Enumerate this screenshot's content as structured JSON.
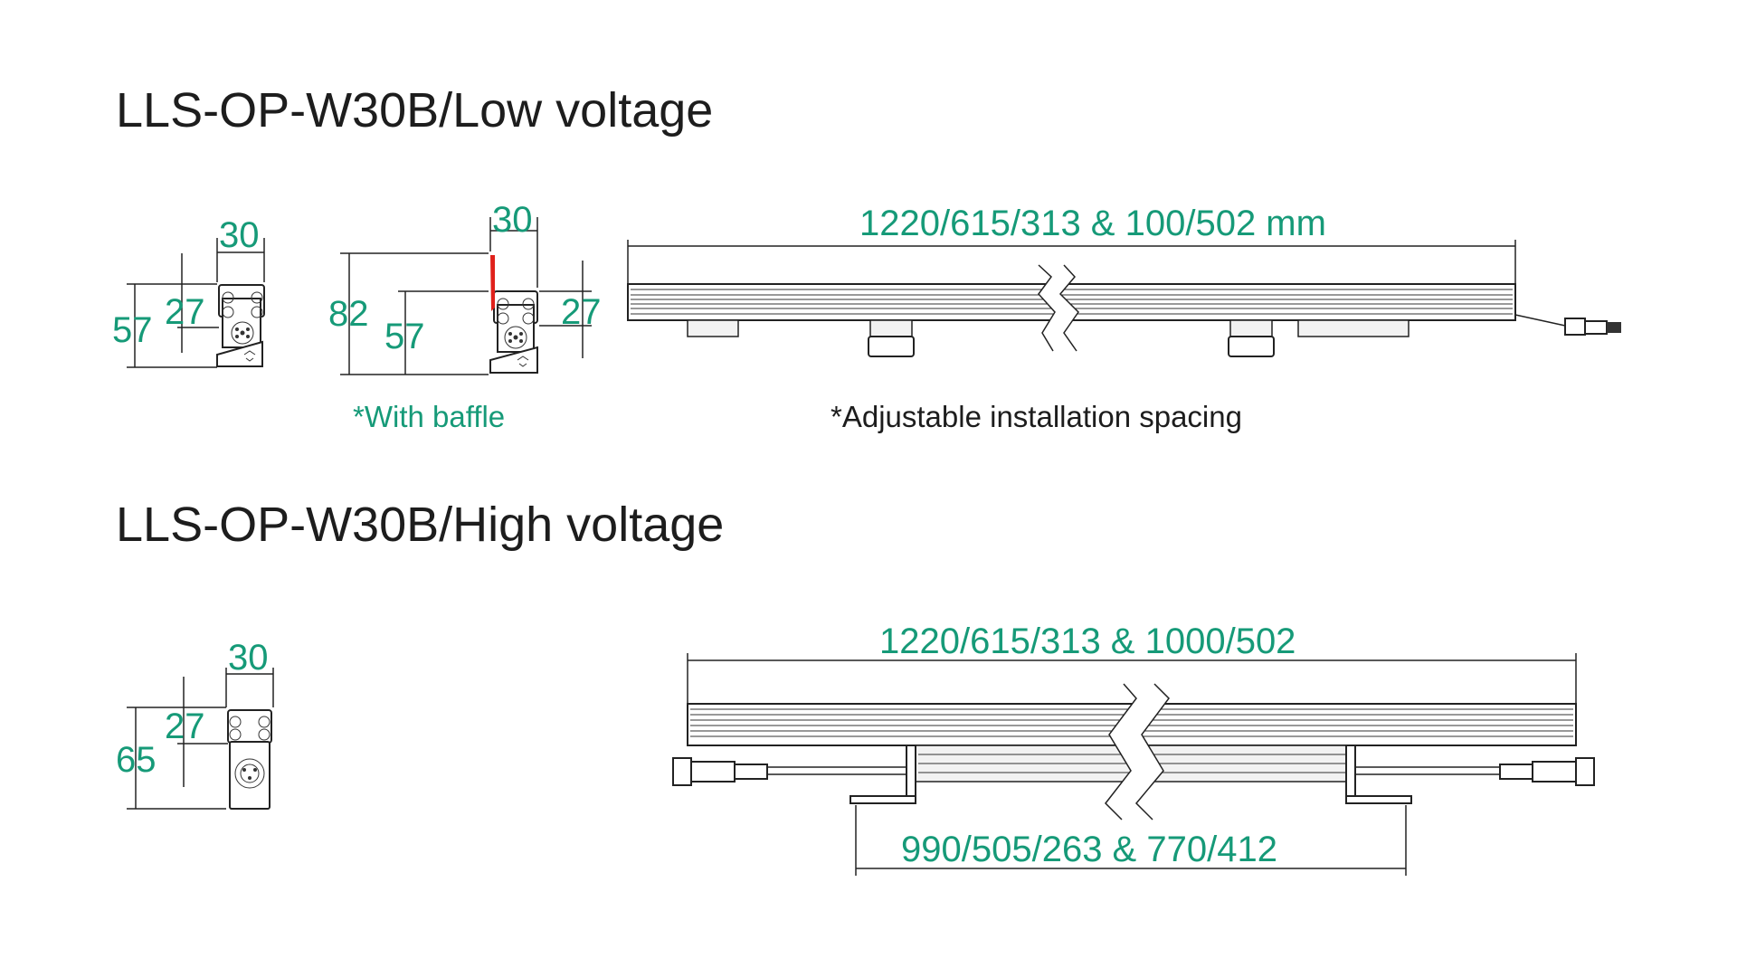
{
  "low_voltage": {
    "title": "LLS-OP-W30B/Low voltage",
    "section_view": {
      "width": "30",
      "height": "57",
      "inner_height": "27"
    },
    "baffle_view": {
      "width": "30",
      "total_height": "82",
      "height": "57",
      "inner_height": "27",
      "note": "*With baffle"
    },
    "length_view": {
      "length_label": "1220/615/313 & 100/502 mm",
      "note": "*Adjustable installation spacing"
    }
  },
  "high_voltage": {
    "title": "LLS-OP-W30B/High voltage",
    "section_view": {
      "width": "30",
      "height": "65",
      "inner_height": "27"
    },
    "length_view": {
      "length_label": "1220/615/313  &  1000/502",
      "spacing_label": "990/505/263  &  770/412"
    }
  },
  "colors": {
    "dimension_text": "#169a78",
    "title_text": "#1d1d1d",
    "baffle": "#e0211b"
  }
}
